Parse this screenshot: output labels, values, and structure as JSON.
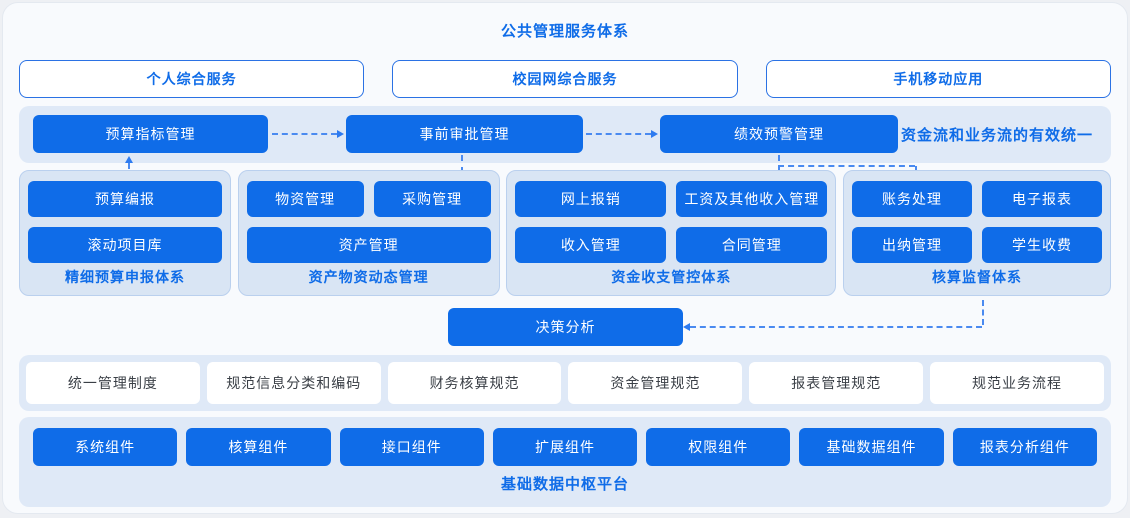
{
  "title": "公共管理服务体系",
  "top_services": {
    "items": [
      "个人综合服务",
      "校园网综合服务",
      "手机移动应用"
    ]
  },
  "flow": {
    "buttons": [
      "预算指标管理",
      "事前审批管理",
      "绩效预警管理"
    ],
    "note": "资金流和业务流的有效统一"
  },
  "groups": [
    {
      "label": "精细预算申报体系",
      "buttons": [
        "预算编报",
        "滚动项目库"
      ]
    },
    {
      "label": "资产物资动态管理",
      "buttons": [
        "物资管理",
        "采购管理",
        "资产管理"
      ]
    },
    {
      "label": "资金收支管控体系",
      "buttons": [
        "网上报销",
        "工资及其他收入管理",
        "收入管理",
        "合同管理"
      ]
    },
    {
      "label": "核算监督体系",
      "buttons": [
        "账务处理",
        "电子报表",
        "出纳管理",
        "学生收费"
      ]
    }
  ],
  "decision": {
    "label": "决策分析"
  },
  "standards": {
    "items": [
      "统一管理制度",
      "规范信息分类和编码",
      "财务核算规范",
      "资金管理规范",
      "报表管理规范",
      "规范业务流程"
    ]
  },
  "platform": {
    "components": [
      "系统组件",
      "核算组件",
      "接口组件",
      "扩展组件",
      "权限组件",
      "基础数据组件",
      "报表分析组件"
    ],
    "label": "基础数据中枢平台"
  },
  "colors": {
    "primary_blue": "#0f6ce8",
    "band_background": "#dfe9f7",
    "panel_background": "#d9e5f4",
    "arrow": "#4a8af0",
    "white_box_text": "#3a3f46"
  }
}
